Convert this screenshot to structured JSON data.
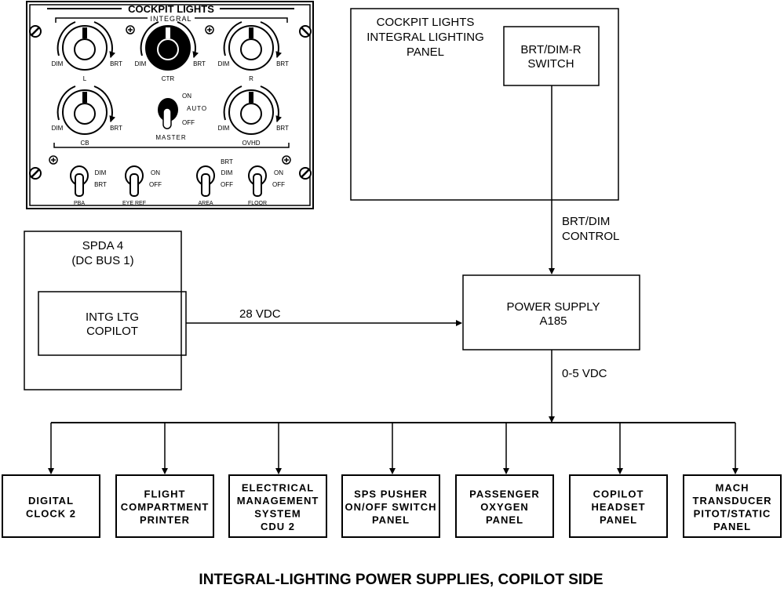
{
  "panel": {
    "title": "COCKPIT LIGHTS",
    "subtitle": "INTEGRAL",
    "knobs": [
      {
        "id": "L",
        "label": "L",
        "min": "DIM",
        "max": "BRT"
      },
      {
        "id": "CTR",
        "label": "CTR",
        "min": "DIM",
        "max": "BRT"
      },
      {
        "id": "R",
        "label": "R",
        "min": "DIM",
        "max": "BRT"
      },
      {
        "id": "CB",
        "label": "CB",
        "min": "DIM",
        "max": "BRT"
      },
      {
        "id": "OVHD",
        "label": "OVHD",
        "min": "DIM",
        "max": "BRT"
      }
    ],
    "master": {
      "label": "MASTER",
      "positions": [
        "ON",
        "AUTO",
        "OFF"
      ]
    },
    "toggles": [
      {
        "label": "PBA",
        "positions": [
          "DIM",
          "BRT"
        ]
      },
      {
        "label": "EYE REF",
        "positions": [
          "ON",
          "OFF"
        ]
      },
      {
        "label": "AREA",
        "positions": [
          "BRT",
          "DIM",
          "OFF"
        ]
      },
      {
        "label": "FLOOR",
        "positions": [
          "ON",
          "OFF"
        ]
      }
    ]
  },
  "blocks": {
    "cockpit_lights_panel": [
      "COCKPIT LIGHTS",
      "INTEGRAL LIGHTING",
      "PANEL"
    ],
    "switch": [
      "BRT/DIM-R",
      "SWITCH"
    ],
    "spda": [
      "SPDA 4",
      "(DC BUS 1)"
    ],
    "intg": [
      "INTG LTG",
      "COPILOT"
    ],
    "power_supply": [
      "POWER SUPPLY",
      "A185"
    ]
  },
  "signals": {
    "brt_dim": [
      "BRT/DIM",
      "CONTROL"
    ],
    "dc28": "28 VDC",
    "out": "0-5 VDC"
  },
  "loads": [
    [
      "DIGITAL",
      "CLOCK 2"
    ],
    [
      "FLIGHT",
      "COMPARTMENT",
      "PRINTER"
    ],
    [
      "ELECTRICAL",
      "MANAGEMENT",
      "SYSTEM",
      "CDU 2"
    ],
    [
      "SPS PUSHER",
      "ON/OFF SWITCH",
      "PANEL"
    ],
    [
      "PASSENGER",
      "OXYGEN",
      "PANEL"
    ],
    [
      "COPILOT",
      "HEADSET",
      "PANEL"
    ],
    [
      "MACH",
      "TRANSDUCER",
      "PITOT/STATIC",
      "PANEL"
    ]
  ],
  "caption": "INTEGRAL-LIGHTING POWER SUPPLIES, COPILOT SIDE"
}
